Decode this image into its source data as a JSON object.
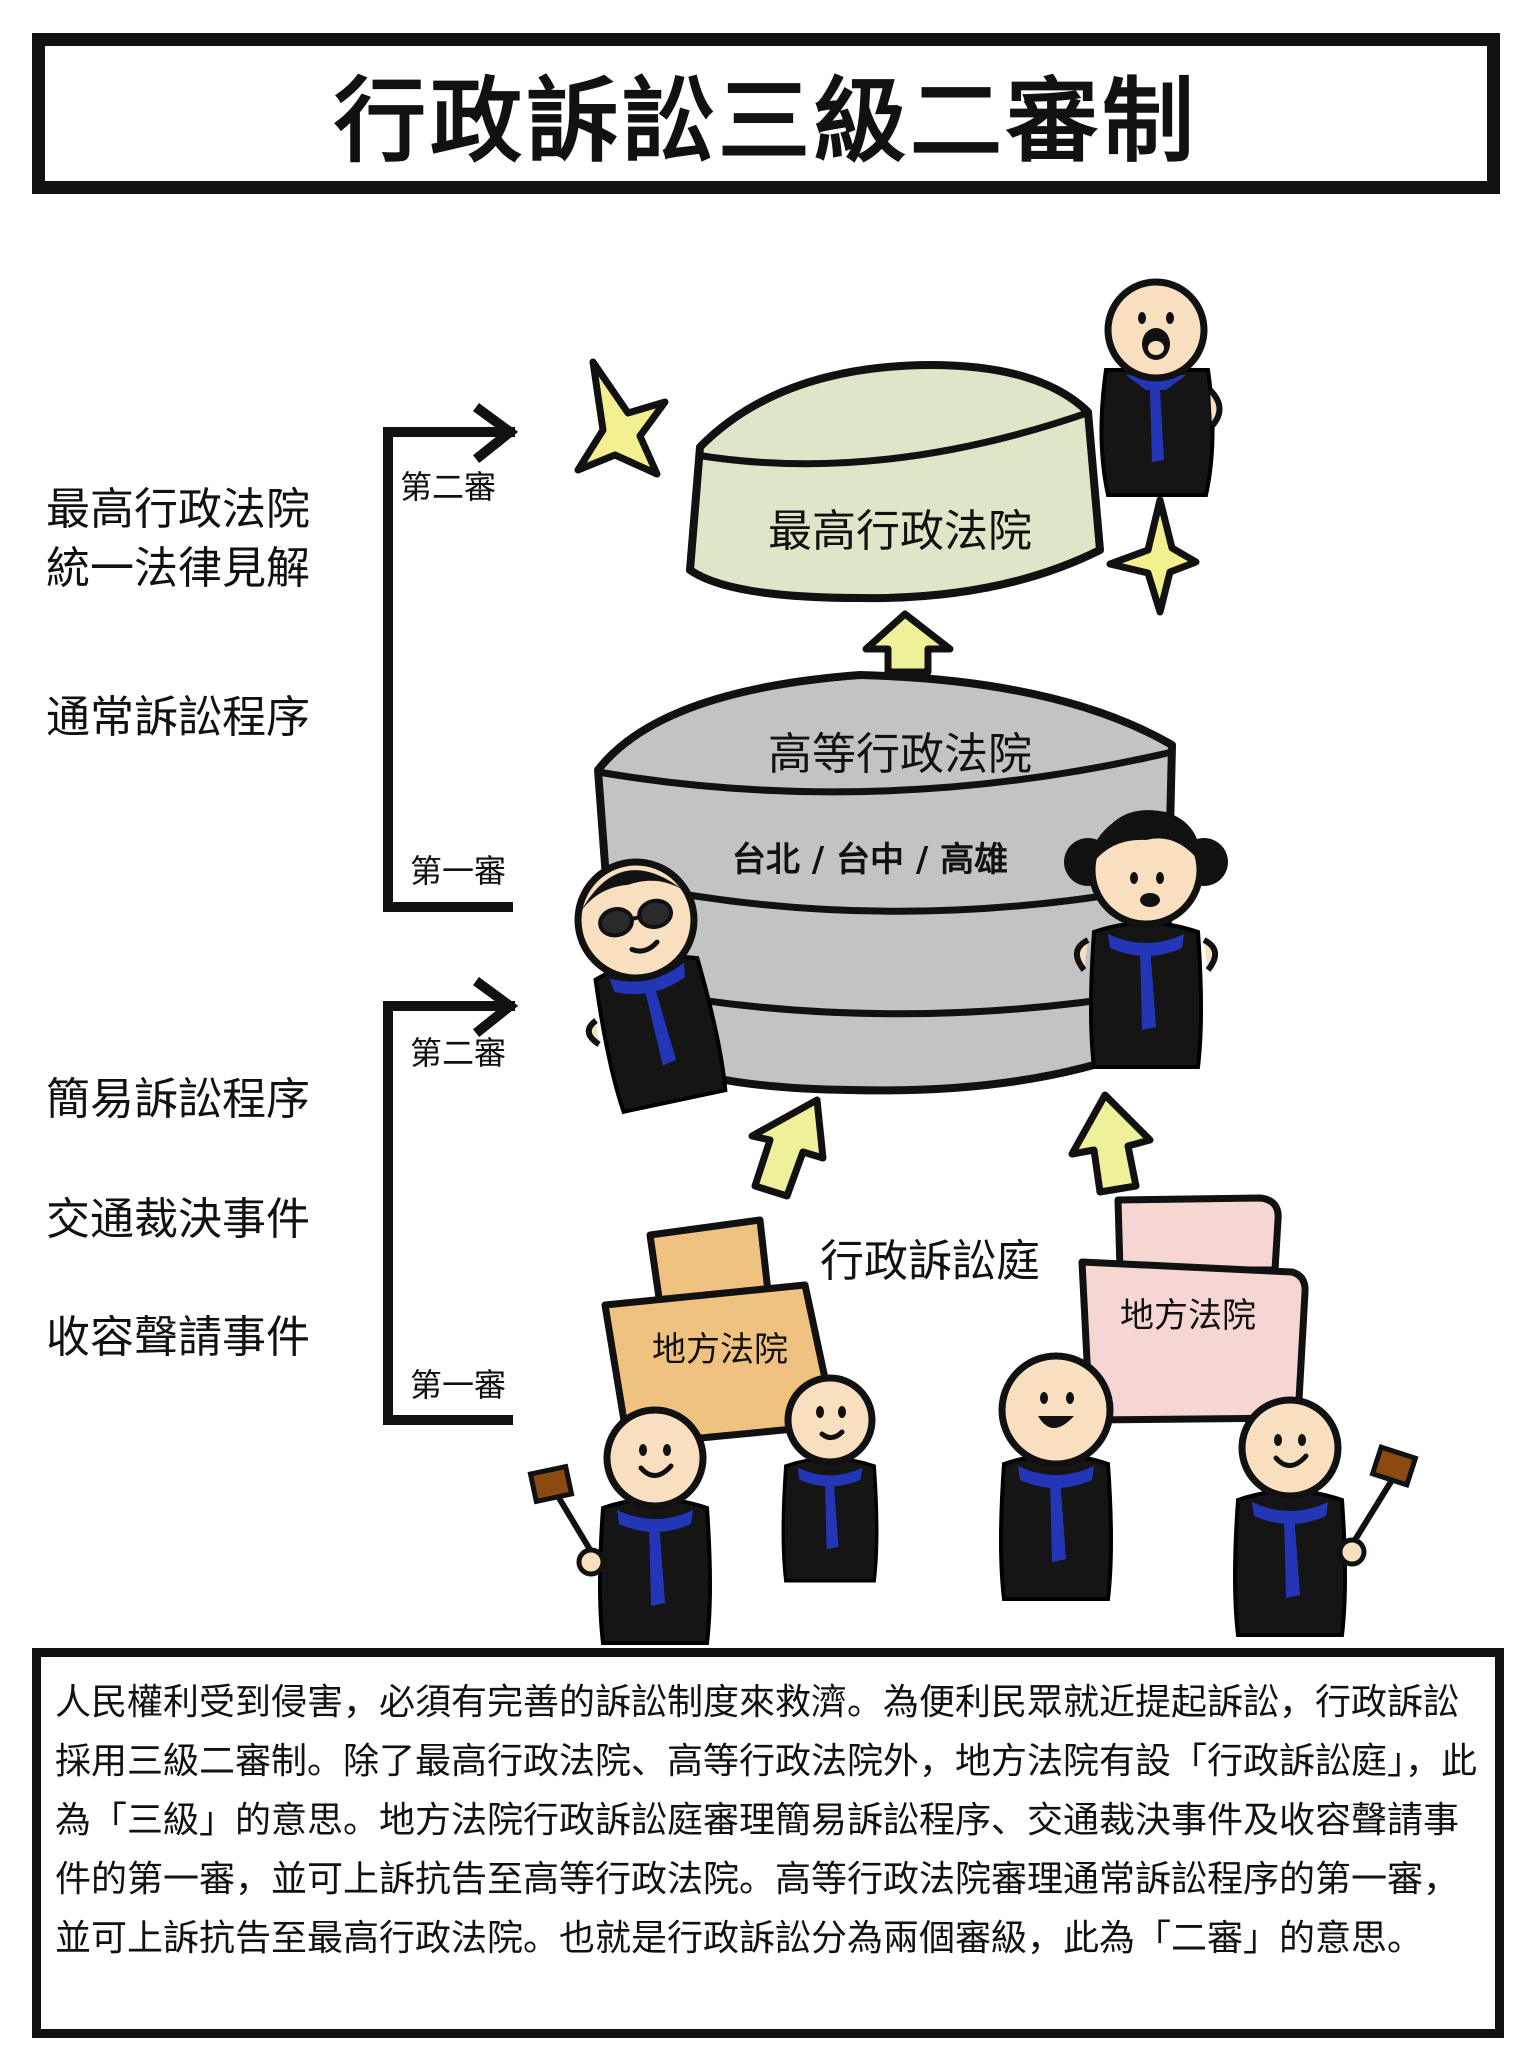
{
  "title": "行政訴訟三級二審制",
  "left_column": {
    "upper_lines": [
      "最高行政法院",
      "統一法律見解"
    ],
    "upper_procedure": "通常訴訟程序",
    "lower_items": [
      "簡易訴訟程序",
      "交通裁決事件",
      "收容聲請事件"
    ]
  },
  "brackets": {
    "upper_top": "第二審",
    "upper_bottom": "第一審",
    "lower_top": "第二審",
    "lower_bottom": "第一審"
  },
  "courts": {
    "supreme": "最高行政法院",
    "high": "高等行政法院",
    "high_locations": "台北 / 台中 / 高雄",
    "tribunal": "行政訴訟庭",
    "district_left": "地方法院",
    "district_right": "地方法院"
  },
  "colors": {
    "supreme_fill": "#dde6c6",
    "high_fill": "#c3c3c3",
    "district_left_fill": "#f0c27f",
    "district_right_fill": "#f5d6d2",
    "arrow_fill": "#eef09a",
    "star_fill": "#f3ef8e",
    "scarf": "#2336b8",
    "skin": "#f8dfc0"
  },
  "description": "人民權利受到侵害，必須有完善的訴訟制度來救濟。為便利民眾就近提起訴訟，行政訴訟採用三級二審制。除了最高行政法院、高等行政法院外，地方法院有設「行政訴訟庭」，此為「三級」的意思。地方法院行政訴訟庭審理簡易訴訟程序、交通裁決事件及收容聲請事件的第一審，並可上訴抗告至高等行政法院。高等行政法院審理通常訴訟程序的第一審，並可上訴抗告至最高行政法院。也就是行政訴訟分為兩個審級，此為「二審」的意思。"
}
